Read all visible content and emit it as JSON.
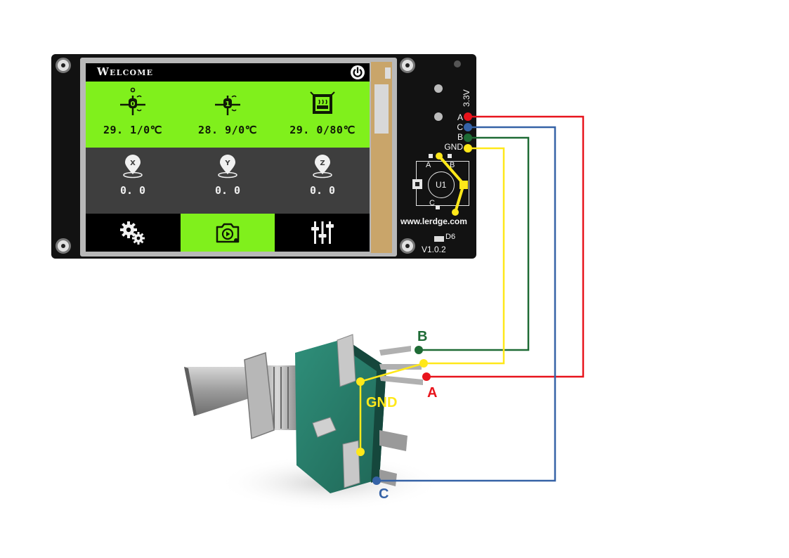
{
  "screen": {
    "title": "Welcome",
    "temperatures": [
      "29. 1/0℃",
      "28. 9/0℃",
      "29. 0/80℃"
    ],
    "axes": [
      {
        "letter": "X",
        "value": "0. 0"
      },
      {
        "letter": "Y",
        "value": "0. 0"
      },
      {
        "letter": "Z",
        "value": "0. 0"
      }
    ],
    "icons": {
      "power": "power-icon",
      "nozzle1": "nozzle-0-icon",
      "nozzle2": "nozzle-1-icon",
      "bed": "heated-bed-icon",
      "settings": "gears-icon",
      "print": "print-play-icon",
      "tune": "sliders-icon"
    }
  },
  "board": {
    "voltage": "3.3V",
    "pins": [
      "A",
      "C",
      "B",
      "GND"
    ],
    "pad_labels": [
      "A",
      "B",
      "C"
    ],
    "chip": "U1",
    "url": "www.lerdge.com",
    "led": "D6",
    "version": "V1.0.2"
  },
  "encoder_labels": {
    "b": "B",
    "a": "A",
    "gnd": "GND",
    "c": "C"
  },
  "colors": {
    "wire_a": "#e8141c",
    "wire_b": "#1e6b35",
    "wire_c": "#3562a6",
    "wire_gnd": "#ffe81a",
    "screen_accent": "#80f01c"
  }
}
